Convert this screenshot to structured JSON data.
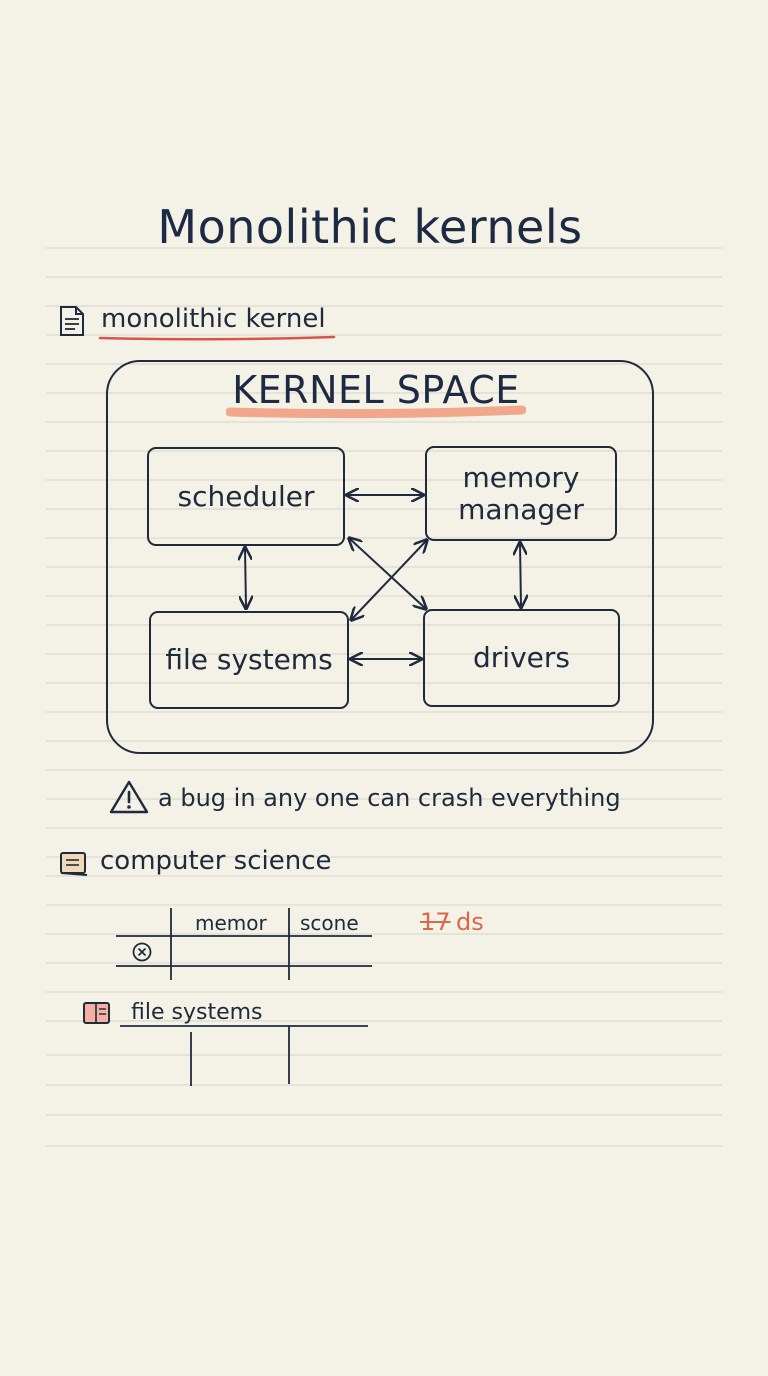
{
  "page": {
    "title": "Monolithic kernels"
  },
  "section_monolithic": {
    "label": "monolithic kernel",
    "icon": "document-icon",
    "underline_color": "#d9534f"
  },
  "kernel_space": {
    "title": "KERNEL SPACE",
    "highlight_color": "#ef9a7a",
    "components": {
      "scheduler": "scheduler",
      "memory_manager": "memory\nmanager",
      "file_systems": "file systems",
      "drivers": "drivers"
    }
  },
  "warning": {
    "icon": "warning-icon",
    "text": "a bug in any one can crash everything"
  },
  "section_cs": {
    "label": "computer science",
    "icon": "book-icon",
    "table": {
      "headers": [
        "memor",
        "scone"
      ],
      "row_icon": "circled-x-icon"
    },
    "note_number": "17",
    "note_suffix": "ds",
    "note_color": "#d9694a"
  },
  "section_fs": {
    "label": "file systems",
    "icon": "folder-icon"
  },
  "colors": {
    "ink": "#1f2a3d",
    "paper": "#f4f1e6",
    "rule": "#dcdad0"
  }
}
